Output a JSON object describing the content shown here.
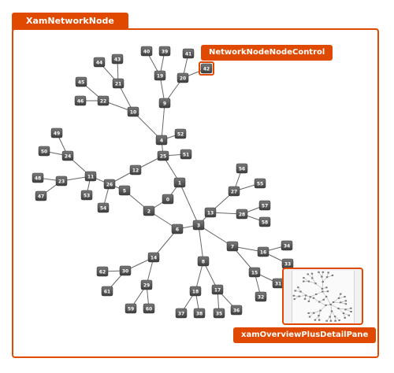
{
  "tab_title": "XamNetworkNode",
  "callouts": {
    "node_control": "NetworkNodeNodeControl",
    "overview_pane": "xamOverviewPlusDetailPane"
  },
  "highlighted_node": "42",
  "colors": {
    "accent": "#e04a00",
    "node_fill": "#555555",
    "edge": "#666666"
  },
  "nodes": [
    {
      "id": "0"
    },
    {
      "id": "1"
    },
    {
      "id": "2"
    },
    {
      "id": "3"
    },
    {
      "id": "4"
    },
    {
      "id": "5"
    },
    {
      "id": "6"
    },
    {
      "id": "7"
    },
    {
      "id": "8"
    },
    {
      "id": "9"
    },
    {
      "id": "10"
    },
    {
      "id": "11"
    },
    {
      "id": "12"
    },
    {
      "id": "13"
    },
    {
      "id": "14"
    },
    {
      "id": "15"
    },
    {
      "id": "16"
    },
    {
      "id": "17"
    },
    {
      "id": "18"
    },
    {
      "id": "19"
    },
    {
      "id": "20"
    },
    {
      "id": "21"
    },
    {
      "id": "22"
    },
    {
      "id": "23"
    },
    {
      "id": "24"
    },
    {
      "id": "25"
    },
    {
      "id": "26"
    },
    {
      "id": "27"
    },
    {
      "id": "28"
    },
    {
      "id": "29"
    },
    {
      "id": "30"
    },
    {
      "id": "31"
    },
    {
      "id": "32"
    },
    {
      "id": "33"
    },
    {
      "id": "34"
    },
    {
      "id": "35"
    },
    {
      "id": "36"
    },
    {
      "id": "37"
    },
    {
      "id": "38"
    },
    {
      "id": "39"
    },
    {
      "id": "40"
    },
    {
      "id": "41"
    },
    {
      "id": "42"
    },
    {
      "id": "43"
    },
    {
      "id": "44"
    },
    {
      "id": "45"
    },
    {
      "id": "46"
    },
    {
      "id": "47"
    },
    {
      "id": "48"
    },
    {
      "id": "49"
    },
    {
      "id": "50"
    },
    {
      "id": "51"
    },
    {
      "id": "52"
    },
    {
      "id": "53"
    },
    {
      "id": "54"
    },
    {
      "id": "55"
    },
    {
      "id": "56"
    },
    {
      "id": "57"
    },
    {
      "id": "58"
    },
    {
      "id": "59"
    },
    {
      "id": "60"
    },
    {
      "id": "61"
    },
    {
      "id": "62"
    }
  ],
  "edges": [
    [
      "0",
      "1"
    ],
    [
      "0",
      "2"
    ],
    [
      "1",
      "25"
    ],
    [
      "1",
      "3"
    ],
    [
      "2",
      "5"
    ],
    [
      "2",
      "6"
    ],
    [
      "6",
      "3"
    ],
    [
      "6",
      "14"
    ],
    [
      "3",
      "13"
    ],
    [
      "3",
      "7"
    ],
    [
      "3",
      "8"
    ],
    [
      "13",
      "27"
    ],
    [
      "13",
      "28"
    ],
    [
      "27",
      "56"
    ],
    [
      "27",
      "55"
    ],
    [
      "28",
      "57"
    ],
    [
      "28",
      "58"
    ],
    [
      "7",
      "16"
    ],
    [
      "7",
      "15"
    ],
    [
      "16",
      "34"
    ],
    [
      "16",
      "33"
    ],
    [
      "15",
      "32"
    ],
    [
      "15",
      "31"
    ],
    [
      "8",
      "18"
    ],
    [
      "8",
      "17"
    ],
    [
      "18",
      "37"
    ],
    [
      "18",
      "38"
    ],
    [
      "17",
      "35"
    ],
    [
      "17",
      "36"
    ],
    [
      "14",
      "30"
    ],
    [
      "14",
      "29"
    ],
    [
      "30",
      "62"
    ],
    [
      "30",
      "61"
    ],
    [
      "29",
      "59"
    ],
    [
      "29",
      "60"
    ],
    [
      "5",
      "26"
    ],
    [
      "26",
      "12"
    ],
    [
      "12",
      "25"
    ],
    [
      "25",
      "4"
    ],
    [
      "25",
      "51"
    ],
    [
      "4",
      "52"
    ],
    [
      "4",
      "9"
    ],
    [
      "4",
      "10"
    ],
    [
      "9",
      "19"
    ],
    [
      "9",
      "20"
    ],
    [
      "19",
      "40"
    ],
    [
      "19",
      "39"
    ],
    [
      "20",
      "41"
    ],
    [
      "20",
      "42"
    ],
    [
      "10",
      "22"
    ],
    [
      "10",
      "21"
    ],
    [
      "21",
      "44"
    ],
    [
      "21",
      "43"
    ],
    [
      "22",
      "45"
    ],
    [
      "22",
      "46"
    ],
    [
      "26",
      "11"
    ],
    [
      "26",
      "54"
    ],
    [
      "11",
      "53"
    ],
    [
      "11",
      "23"
    ],
    [
      "11",
      "24"
    ],
    [
      "23",
      "48"
    ],
    [
      "23",
      "47"
    ],
    [
      "24",
      "50"
    ],
    [
      "24",
      "49"
    ]
  ]
}
